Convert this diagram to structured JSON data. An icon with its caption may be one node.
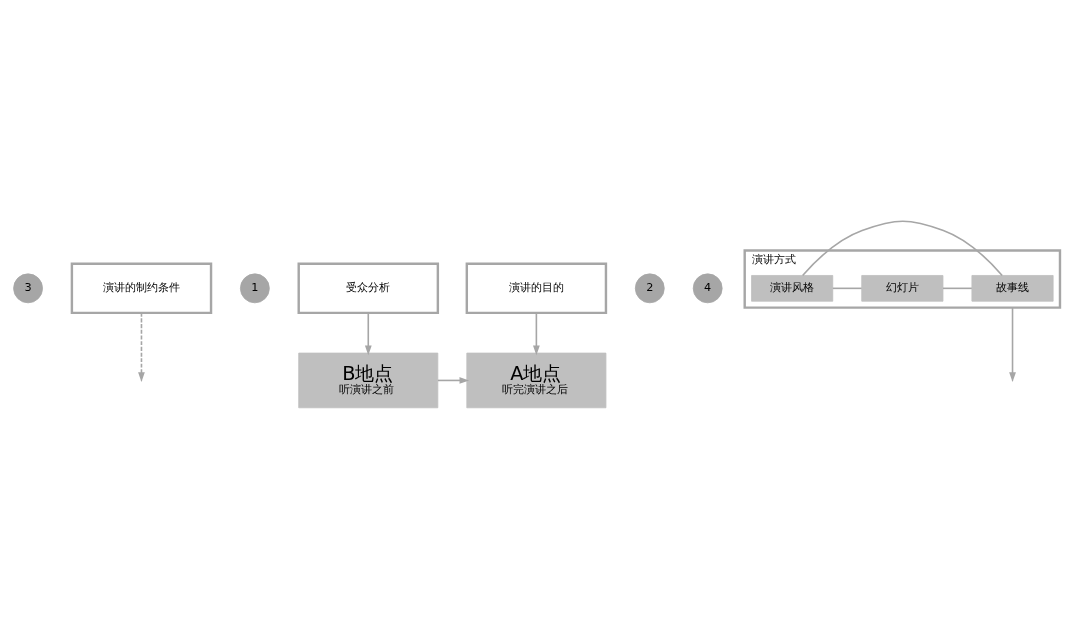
{
  "diagram": {
    "nodes": [
      {
        "text": [
          "3"
        ]
      },
      {
        "text": [
          "演讲的制约条件"
        ]
      },
      {
        "text": [
          "1"
        ]
      },
      {
        "text": [
          "演讲的目的"
        ]
      },
      {
        "text": [
          "B地点",
          "听演讲之前"
        ]
      },
      {
        "text": [
          "A地点",
          "听完演讲之后"
        ]
      },
      {
        "text": [
          "2"
        ]
      },
      {
        "text": [
          "受众分析"
        ]
      },
      {
        "text": [
          "4"
        ]
      },
      {
        "text": [
          "演讲方式"
        ]
      },
      {
        "text": [
          "故事线"
        ],
        "in": 9
      },
      {
        "text": [
          "幻灯片"
        ],
        "in": 9
      },
      {
        "text": [
          "演讲风格"
        ],
        "in": 9
      }
    ],
    "edges": [
      {
        "from": 4,
        "to": 5,
        "arrow": "to"
      },
      {
        "from": 3,
        "to": 5,
        "arrow": "to"
      },
      {
        "from": 7,
        "to": 4,
        "arrow": "to"
      },
      {
        "from": 1,
        "to": null,
        "arrow": "to",
        "style": "dashed"
      },
      {
        "from": 9,
        "to": null,
        "arrow": "to"
      },
      {
        "from": 10,
        "to": 11,
        "arrow": "none"
      },
      {
        "from": 10,
        "to": 12,
        "arrow": "none"
      },
      {
        "from": 11,
        "to": 12,
        "arrow": "none"
      }
    ]
  }
}
